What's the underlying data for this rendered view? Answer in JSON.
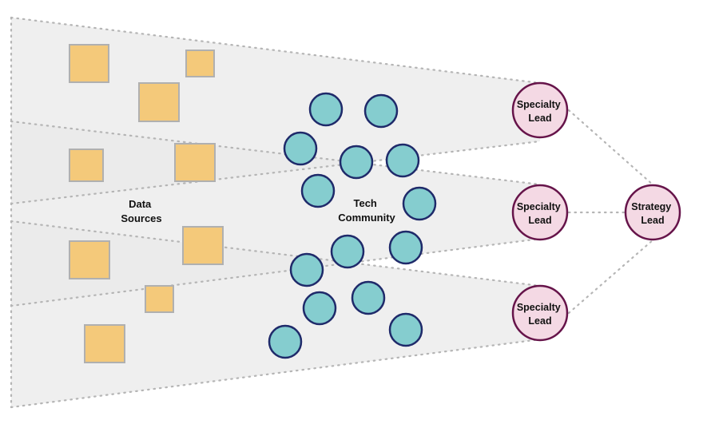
{
  "colors": {
    "background": "#ffffff",
    "fan_fill": "#e9e9e9",
    "fan_overlap": "#dedede",
    "dotted_line": "#b5b5b5",
    "data_source_fill": "#f4c97a",
    "data_source_border": "#b0b0b0",
    "tech_member_fill": "#85cdcf",
    "tech_member_border": "#1f2a6a",
    "lead_fill": "#f4d9e4",
    "lead_border": "#66144a"
  },
  "labels": {
    "data_sources": [
      "Data",
      "Sources"
    ],
    "tech_community": [
      "Tech",
      "Community"
    ]
  },
  "specialty_leads": [
    {
      "lines": [
        "Specialty",
        "Lead"
      ]
    },
    {
      "lines": [
        "Specialty",
        "Lead"
      ]
    },
    {
      "lines": [
        "Specialty",
        "Lead"
      ]
    }
  ],
  "strategy_lead": {
    "lines": [
      "Strategy",
      "Lead"
    ]
  }
}
